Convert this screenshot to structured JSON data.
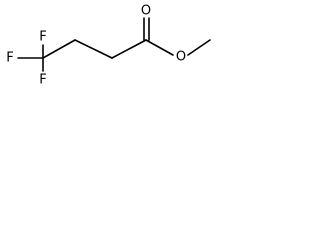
{
  "molecule": {
    "atoms": {
      "fluorine_top": "F",
      "fluorine_left": "F",
      "fluorine_bottom": "F",
      "carbonyl_oxygen": "O",
      "ester_oxygen": "O"
    }
  }
}
